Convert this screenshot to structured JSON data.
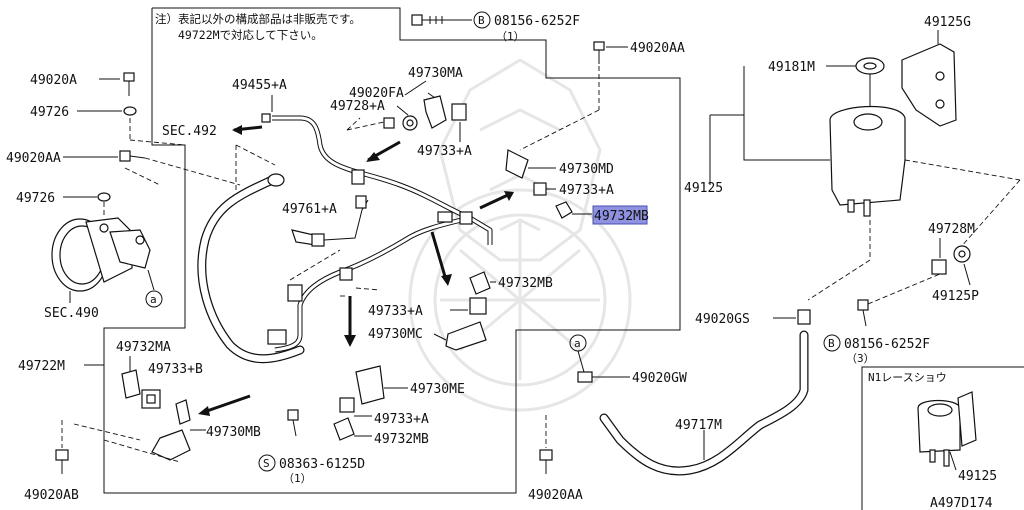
{
  "diagram_id": "A497D174",
  "note": {
    "line1": "注）表記以外の構成部品は非販売です。",
    "line2": "49722Mで対応して下さい。"
  },
  "bolt_top": {
    "code": "08156-6252F",
    "qty": "（1）",
    "prefix": "B"
  },
  "bolt_right": {
    "code": "08156-6252F",
    "qty": "（3）",
    "prefix": "B"
  },
  "screw_bottom": {
    "code": "08363-6125D",
    "qty": "（1）",
    "prefix": "S"
  },
  "sec_labels": {
    "sec492": "SEC.492",
    "sec490": "SEC.490"
  },
  "circle_marker": "a",
  "inset_title": "N1レースショウ",
  "highlighted_part": "49732MB",
  "labels": {
    "p49020AA_top": "49020AA",
    "p49020A": "49020A",
    "p49726_a": "49726",
    "p49020AA_left": "49020AA",
    "p49726_b": "49726",
    "p49455A": "49455+A",
    "p49730MA": "49730MA",
    "p49020FA": "49020FA",
    "p49728A": "49728+A",
    "p49733A_1": "49733+A",
    "p49730MD": "49730MD",
    "p49733A_2": "49733+A",
    "p49732MB_hl": "49732MB",
    "p49761A": "49761+A",
    "p49732MB_2": "49732MB",
    "p49733A_3": "49733+A",
    "p49730MC": "49730MC",
    "p49732MA": "49732MA",
    "p49733B": "49733+B",
    "p49722M": "49722M",
    "p49730ME": "49730ME",
    "p49733A_4": "49733+A",
    "p49732MB_3": "49732MB",
    "p49730MB": "49730MB",
    "p49020AB": "49020AB",
    "p49020AA_bottom": "49020AA",
    "p49181M": "49181M",
    "p49125G": "49125G",
    "p49125": "49125",
    "p49728M": "49728M",
    "p49125P": "49125P",
    "p49020GS": "49020GS",
    "p49020GW": "49020GW",
    "p49717M": "49717M",
    "p49125_inset": "49125"
  }
}
